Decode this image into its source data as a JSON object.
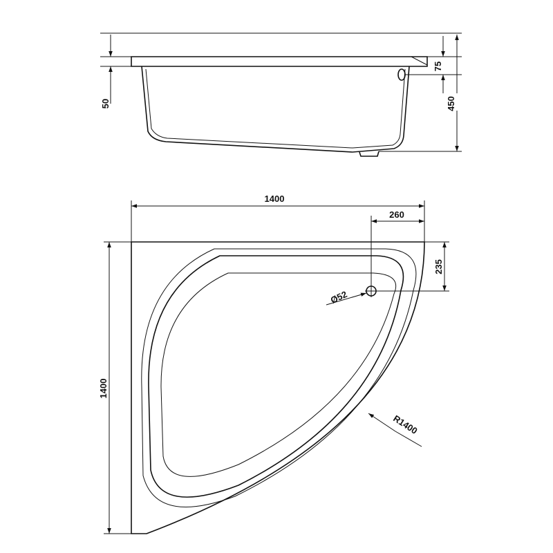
{
  "side_view": {
    "rim_height": "75",
    "total_height": "450",
    "skirt_height": "50"
  },
  "top_view": {
    "width": "1400",
    "depth": "1400",
    "drain_offset_x": "260",
    "drain_offset_y": "235",
    "drain_diameter": "Ø52",
    "front_radius": "R1400"
  }
}
